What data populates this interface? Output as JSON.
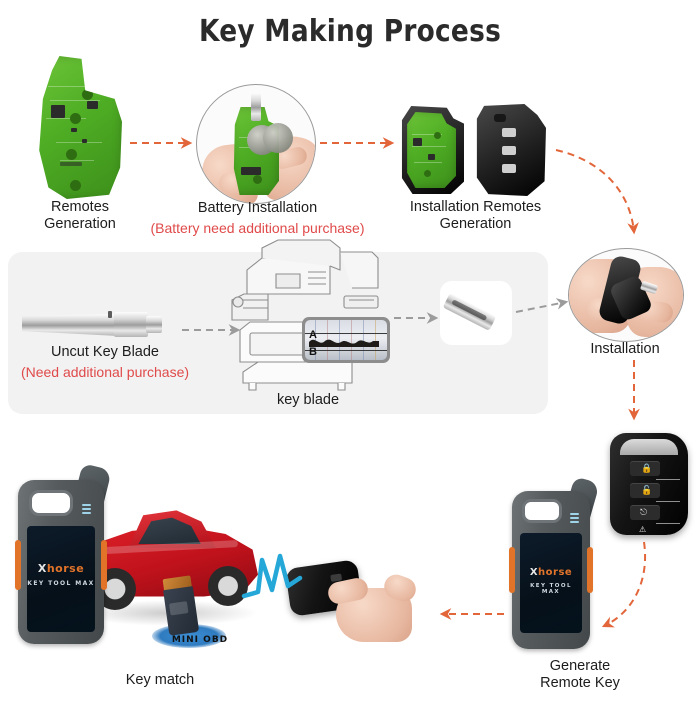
{
  "title": "Key Making Process",
  "colors": {
    "arrow_orange": "#e2663a",
    "arrow_gray": "#9b9b9b",
    "note_red": "#e04a4a",
    "panel_gray": "#f2f2f2",
    "pcb_green": "#4fae24",
    "signal_blue": "#25a8d8",
    "car_red": "#c0121c",
    "brand_orange": "#e2742a"
  },
  "steps": {
    "remotes_generation": {
      "label_line1": "Remotes",
      "label_line2": "Generation",
      "image": "green-pcb-flip-key-board"
    },
    "battery_installation": {
      "label": "Battery Installation",
      "note": "(Battery need additional purchase)",
      "image": "hands-inserting-coin-battery-circle-photo"
    },
    "installation_remotes_generation": {
      "label_line1": "Installation Remotes",
      "label_line2": "Generation",
      "image": "black-key-shell-halves-with-pcb"
    },
    "uncut_key_blade": {
      "label": "Uncut Key  Blade",
      "note": "(Need additional purchase)",
      "image": "silver-uncut-key-blade"
    },
    "key_blade": {
      "label": "key blade",
      "image": "key-cutting-machine-line-art",
      "machine_screen": {
        "axis_top": "A",
        "axis_bottom": "B",
        "profile": "wavy-key-cut-profile"
      }
    },
    "cut_blade": {
      "image": "cut-key-blade-in-white-card"
    },
    "installation": {
      "label": "Installation",
      "image": "hands-inserting-blade-into-shell-circle-photo"
    },
    "finished_key": {
      "image": "black-smart-key-fob",
      "buttons": [
        "lock-icon",
        "unlock-icon",
        "trunk-icon",
        "panic-icon"
      ]
    },
    "generate_remote_key": {
      "label_line1": "Generate",
      "label_line2": "Remote Key",
      "image": "xhorse-key-tool-max-device"
    },
    "key_match": {
      "label": "Key match",
      "image": "xhorse-key-tool-max-with-car-and-mini-obd"
    }
  },
  "devices": {
    "key_tool_max": {
      "brand": "Xhorse",
      "model": "KEY TOOL MAX"
    },
    "mini_obd": {
      "label": "MINI OBD"
    }
  },
  "flow": [
    {
      "from": "remotes_generation",
      "to": "battery_installation",
      "style": "dashed-orange"
    },
    {
      "from": "battery_installation",
      "to": "installation_remotes_generation",
      "style": "dashed-orange"
    },
    {
      "from": "installation_remotes_generation",
      "to": "installation",
      "style": "dashed-orange-curve"
    },
    {
      "from": "uncut_key_blade",
      "to": "key_blade",
      "style": "dashed-gray"
    },
    {
      "from": "key_blade",
      "to": "cut_blade",
      "style": "dashed-gray"
    },
    {
      "from": "cut_blade",
      "to": "installation",
      "style": "dashed-gray"
    },
    {
      "from": "installation",
      "to": "finished_key",
      "style": "dashed-orange"
    },
    {
      "from": "finished_key",
      "to": "generate_remote_key",
      "style": "dashed-orange-curve"
    },
    {
      "from": "generate_remote_key",
      "to": "key_match",
      "style": "dashed-orange"
    }
  ]
}
